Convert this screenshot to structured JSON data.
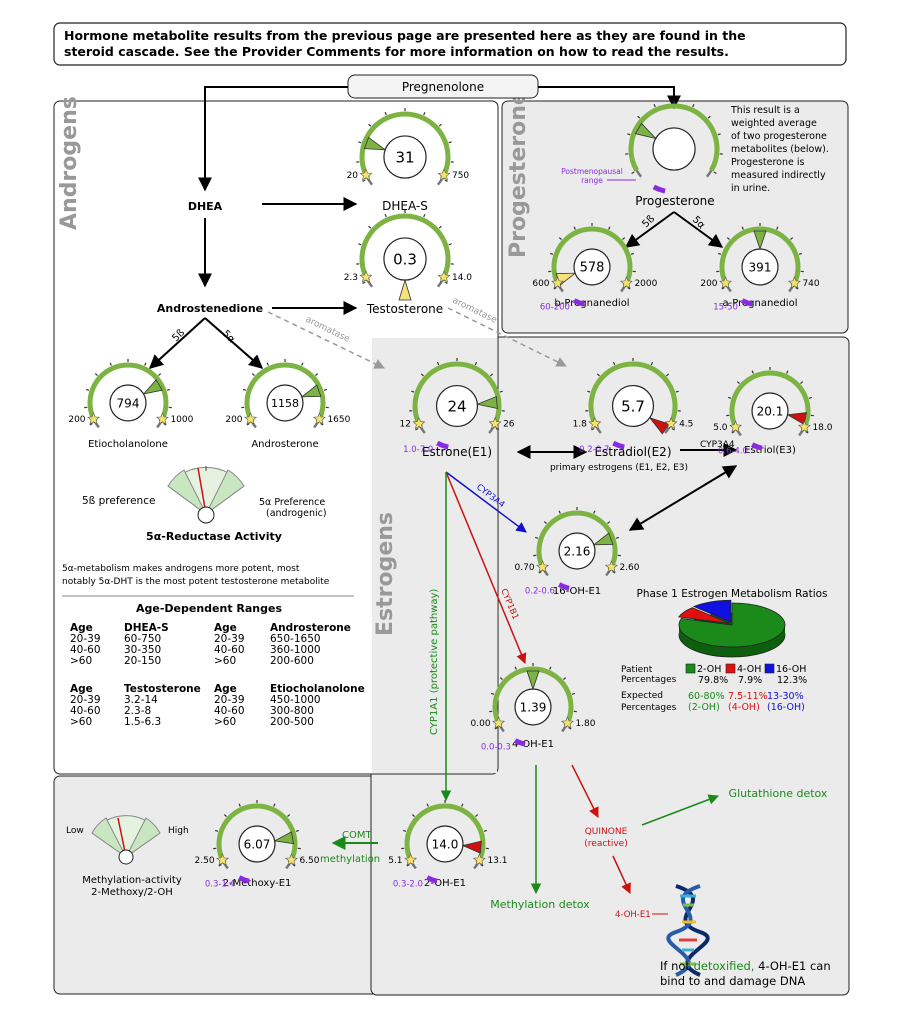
{
  "header": {
    "line1": "Hormone metabolite results from the previous page are presented here as they are found in the",
    "line2": "steroid cascade. See the Provider Comments for more information on how to read the results."
  },
  "sections": {
    "androgens": "Androgens",
    "progesterone": "Progesterone",
    "estrogens": "Estrogens"
  },
  "labels": {
    "pregnenolone": "Pregnenolone",
    "dhea": "DHEA",
    "dheas": "DHEA-S",
    "androstenedione": "Androstenedione",
    "testosterone": "Testosterone",
    "progesterone": "Progesterone",
    "b_pregnanediol": "b-Pregnanediol",
    "a_pregnanediol": "a-Pregnanediol",
    "etiocholanolone": "Etiocholanolone",
    "androsterone": "Androsterone",
    "estrone": "Estrone(E1)",
    "estradiol": "Estradiol(E2)",
    "estriol": "Estriol(E3)",
    "primary_estrogens": "primary estrogens (E1, E2, E3)",
    "oh16": "16-OH-E1",
    "oh4": "4-OH-E1",
    "oh2": "2-OH-E1",
    "methoxy2": "2-Methoxy-E1",
    "aromatase": "aromatase",
    "beta5": "5ß",
    "alpha5": "5α",
    "cyp3a4": "CYP3A4",
    "cyp1b1": "CYP1B1",
    "cyp1a1": "CYP1A1 (protective pathway)",
    "comt": "COMT",
    "methylation": "methylation",
    "methylation_detox": "Methylation detox",
    "glutathione_detox": "Glutathione detox",
    "quinone": "QUINONE",
    "reactive": "(reactive)",
    "oh4_small": "4-OH-E1",
    "dna_note_1": "If not",
    "dna_note_detox": "detoxified,",
    "dna_note_2": "4-OH-E1 can",
    "dna_note_3": "bind to and damage DNA",
    "postmeno_1": "Postmenopausal",
    "postmeno_2": "range"
  },
  "progesterone_note": [
    "This result is a",
    "weighted average",
    "of two progesterone",
    "metabolites (below).",
    "Progesterone is",
    "measured indirectly",
    "in urine."
  ],
  "reductase": {
    "beta_pref": "5ß preference",
    "alpha_pref_1": "5α Preference",
    "alpha_pref_2": "(androgenic)",
    "title": "5α-Reductase Activity",
    "note_1": "5α-metabolism makes androgens more potent, most",
    "note_2": "notably 5α-DHT is the most potent testosterone metabolite"
  },
  "methylation_gauge": {
    "low": "Low",
    "high": "High",
    "label_1": "Methylation-activity",
    "label_2": "2-Methoxy/2-OH"
  },
  "age_ranges": {
    "title": "Age-Dependent Ranges",
    "tables": [
      {
        "h1": "Age",
        "h2": "DHEA-S",
        "rows": [
          [
            "20-39",
            "60-750"
          ],
          [
            "40-60",
            "30-350"
          ],
          [
            ">60",
            "20-150"
          ]
        ]
      },
      {
        "h1": "Age",
        "h2": "Androsterone",
        "rows": [
          [
            "20-39",
            "650-1650"
          ],
          [
            "40-60",
            "360-1000"
          ],
          [
            ">60",
            "200-600"
          ]
        ]
      },
      {
        "h1": "Age",
        "h2": "Testosterone",
        "rows": [
          [
            "20-39",
            "3.2-14"
          ],
          [
            "40-60",
            "2.3-8"
          ],
          [
            ">60",
            "1.5-6.3"
          ]
        ]
      },
      {
        "h1": "Age",
        "h2": "Etiocholanolone",
        "rows": [
          [
            "20-39",
            "450-1000"
          ],
          [
            "40-60",
            "300-800"
          ],
          [
            ">60",
            "200-500"
          ]
        ]
      }
    ]
  },
  "gauges": [
    {
      "id": "dheas",
      "value": "31",
      "low": "20",
      "high": "750",
      "post": ""
    },
    {
      "id": "testosterone",
      "value": "0.3",
      "low": "2.3",
      "high": "14.0",
      "post": ""
    },
    {
      "id": "progesterone",
      "value": "",
      "low": "",
      "high": "",
      "post": ""
    },
    {
      "id": "b_preg",
      "value": "578",
      "low": "600",
      "high": "2000",
      "post": "60-200"
    },
    {
      "id": "a_preg",
      "value": "391",
      "low": "200",
      "high": "740",
      "post": "15-50"
    },
    {
      "id": "etio",
      "value": "794",
      "low": "200",
      "high": "1000",
      "post": ""
    },
    {
      "id": "andro",
      "value": "1158",
      "low": "200",
      "high": "1650",
      "post": ""
    },
    {
      "id": "estrone",
      "value": "24",
      "low": "12",
      "high": "26",
      "post": "1.0-7.0"
    },
    {
      "id": "estradiol",
      "value": "5.7",
      "low": "1.8",
      "high": "4.5",
      "post": "0.2-0.7"
    },
    {
      "id": "estriol",
      "value": "20.1",
      "low": "5.0",
      "high": "18.0",
      "post": "0.6-4.0"
    },
    {
      "id": "oh16",
      "value": "2.16",
      "low": "0.70",
      "high": "2.60",
      "post": "0.2-0.6"
    },
    {
      "id": "oh4",
      "value": "1.39",
      "low": "0.00",
      "high": "1.80",
      "post": "0.0-0.3"
    },
    {
      "id": "oh2",
      "value": "14.0",
      "low": "5.1",
      "high": "13.1",
      "post": "0.3-2.0"
    },
    {
      "id": "methoxy",
      "value": "6.07",
      "low": "2.50",
      "high": "6.50",
      "post": "0.3-1.4"
    }
  ],
  "phase1": {
    "title": "Phase 1 Estrogen Metabolism Ratios",
    "patient_label_1": "Patient",
    "patient_label_2": "Percentages",
    "expected_label_1": "Expected",
    "expected_label_2": "Percentages",
    "legend": [
      {
        "name": "2-OH",
        "patient": "79.8%",
        "expected": "60-80%",
        "expected_name": "(2-OH)",
        "color": "#1a8a1a"
      },
      {
        "name": "4-OH",
        "patient": "7.9%",
        "expected": "7.5-11%",
        "expected_name": "(4-OH)",
        "color": "#e01010"
      },
      {
        "name": "16-OH",
        "patient": "12.3%",
        "expected": "13-30%",
        "expected_name": "(16-OH)",
        "color": "#1010e0"
      }
    ]
  },
  "colors": {
    "section_bg": "#ebebeb",
    "green": "#1a8a1a",
    "red": "#cc1111",
    "blue": "#1111cc",
    "purple": "#8a2be2",
    "gauge_ring": "#7cb342"
  }
}
